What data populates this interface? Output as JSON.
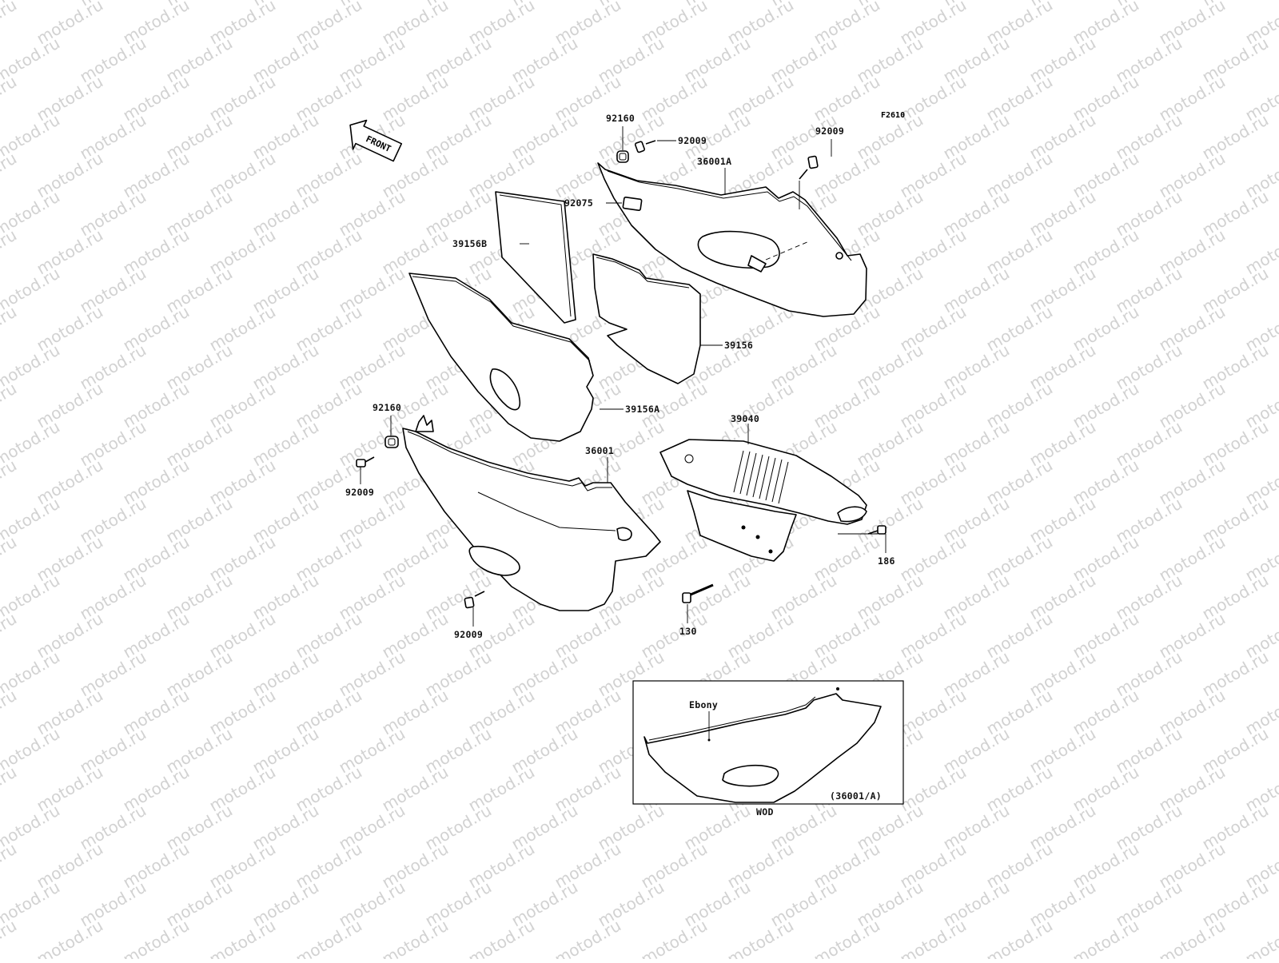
{
  "diagram": {
    "figure_code": "F2610",
    "front_arrow_label": "FRONT",
    "watermark": "motod.ru",
    "parts": [
      {
        "id": "lbl-92160-top",
        "number": "92160"
      },
      {
        "id": "lbl-92009-top",
        "number": "92009"
      },
      {
        "id": "lbl-92009-right",
        "number": "92009"
      },
      {
        "id": "lbl-36001a",
        "number": "36001A"
      },
      {
        "id": "lbl-92075",
        "number": "92075"
      },
      {
        "id": "lbl-39156b",
        "number": "39156B"
      },
      {
        "id": "lbl-39156",
        "number": "39156"
      },
      {
        "id": "lbl-39156a",
        "number": "39156A"
      },
      {
        "id": "lbl-92160-left",
        "number": "92160"
      },
      {
        "id": "lbl-92009-left",
        "number": "92009"
      },
      {
        "id": "lbl-36001",
        "number": "36001"
      },
      {
        "id": "lbl-39040",
        "number": "39040"
      },
      {
        "id": "lbl-186",
        "number": "186"
      },
      {
        "id": "lbl-130",
        "number": "130"
      },
      {
        "id": "lbl-92009-bottom",
        "number": "92009"
      }
    ],
    "inset": {
      "color_label": "Ebony",
      "part_ref": "(36001/A)",
      "variant_code": "WOD"
    }
  }
}
